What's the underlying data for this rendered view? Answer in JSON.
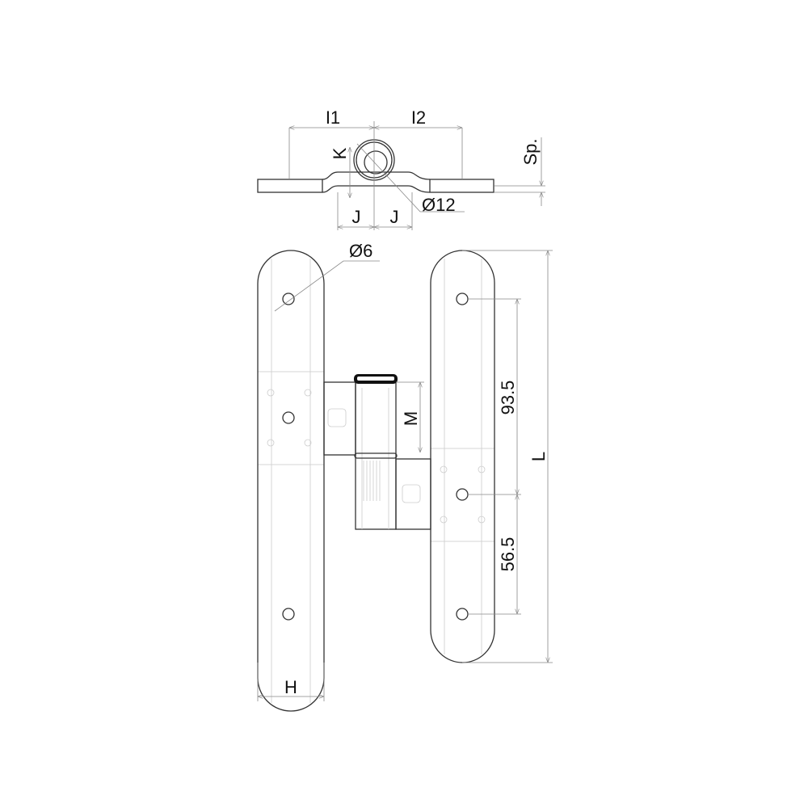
{
  "top_view": {
    "dim_l1": "I1",
    "dim_l2": "I2",
    "dim_k": "K",
    "dim_j_left": "J",
    "dim_j_right": "J",
    "dim_diameter_pin": "Ø12",
    "dim_thickness": "Sp."
  },
  "front_view": {
    "dim_hole_diameter": "Ø6",
    "dim_m": "M",
    "dim_spacing_upper": "93.5",
    "dim_spacing_lower": "56.5",
    "dim_length": "L",
    "dim_width": "H"
  }
}
